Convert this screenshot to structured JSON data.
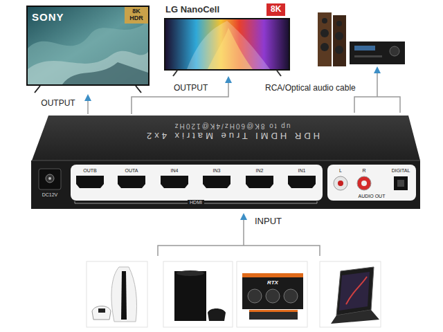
{
  "diagram": {
    "nodes": [
      {
        "text": [
          "SONY",
          "8K HDR"
        ]
      },
      {
        "text": [
          "LG NanoCell",
          "8K"
        ]
      },
      {
        "text": [
          "HDR HDMI True Matrix 4x2",
          "up to 8K@60Hz/4K@120Hz"
        ]
      }
    ],
    "edges": [
      {
        "from": 2,
        "to": 0,
        "arrow": "to",
        "label": "OUTPUT"
      },
      {
        "from": 2,
        "to": 1,
        "arrow": "to",
        "label": "OUTPUT"
      }
    ],
    "labels": [
      "RCA/Optical audio cable",
      "OUTB",
      "OUTA",
      "IN4",
      "IN3",
      "IN2",
      "IN1",
      "L",
      "R",
      "DIGITAL",
      "AUDIO OUT",
      "DC12V",
      "HDMI",
      "INPUT",
      "RTX"
    ]
  }
}
